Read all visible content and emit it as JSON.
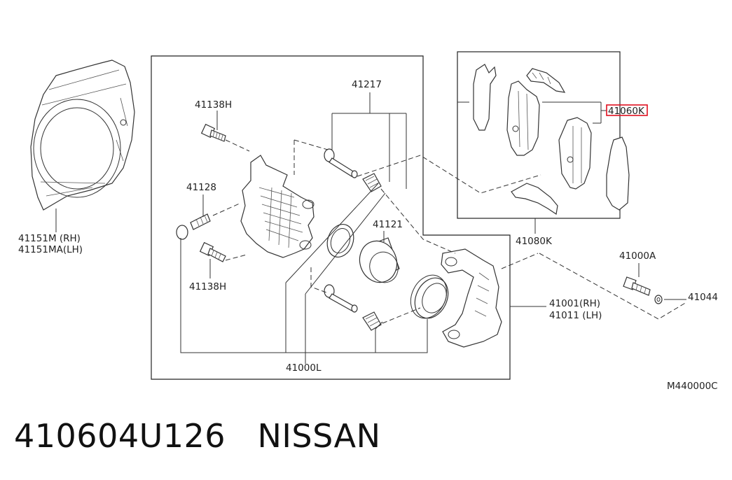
{
  "labels": {
    "p41217": "41217",
    "p41138H_top": "41138H",
    "p41128": "41128",
    "p41138H_bot": "41138H",
    "p41121": "41121",
    "p41151M": "41151M (RH)",
    "p41151MA": "41151MA(LH)",
    "p41060K": "41060K",
    "p41080K": "41080K",
    "p41000A": "41000A",
    "p41044": "41044",
    "p41001": "41001(RH)",
    "p41011": "41011 (LH)",
    "p41000L": "41000L",
    "diagram_code": "M440000C"
  },
  "highlight_color": "#e01020",
  "footer": {
    "part_number": "410604U126",
    "brand": "NISSAN"
  }
}
